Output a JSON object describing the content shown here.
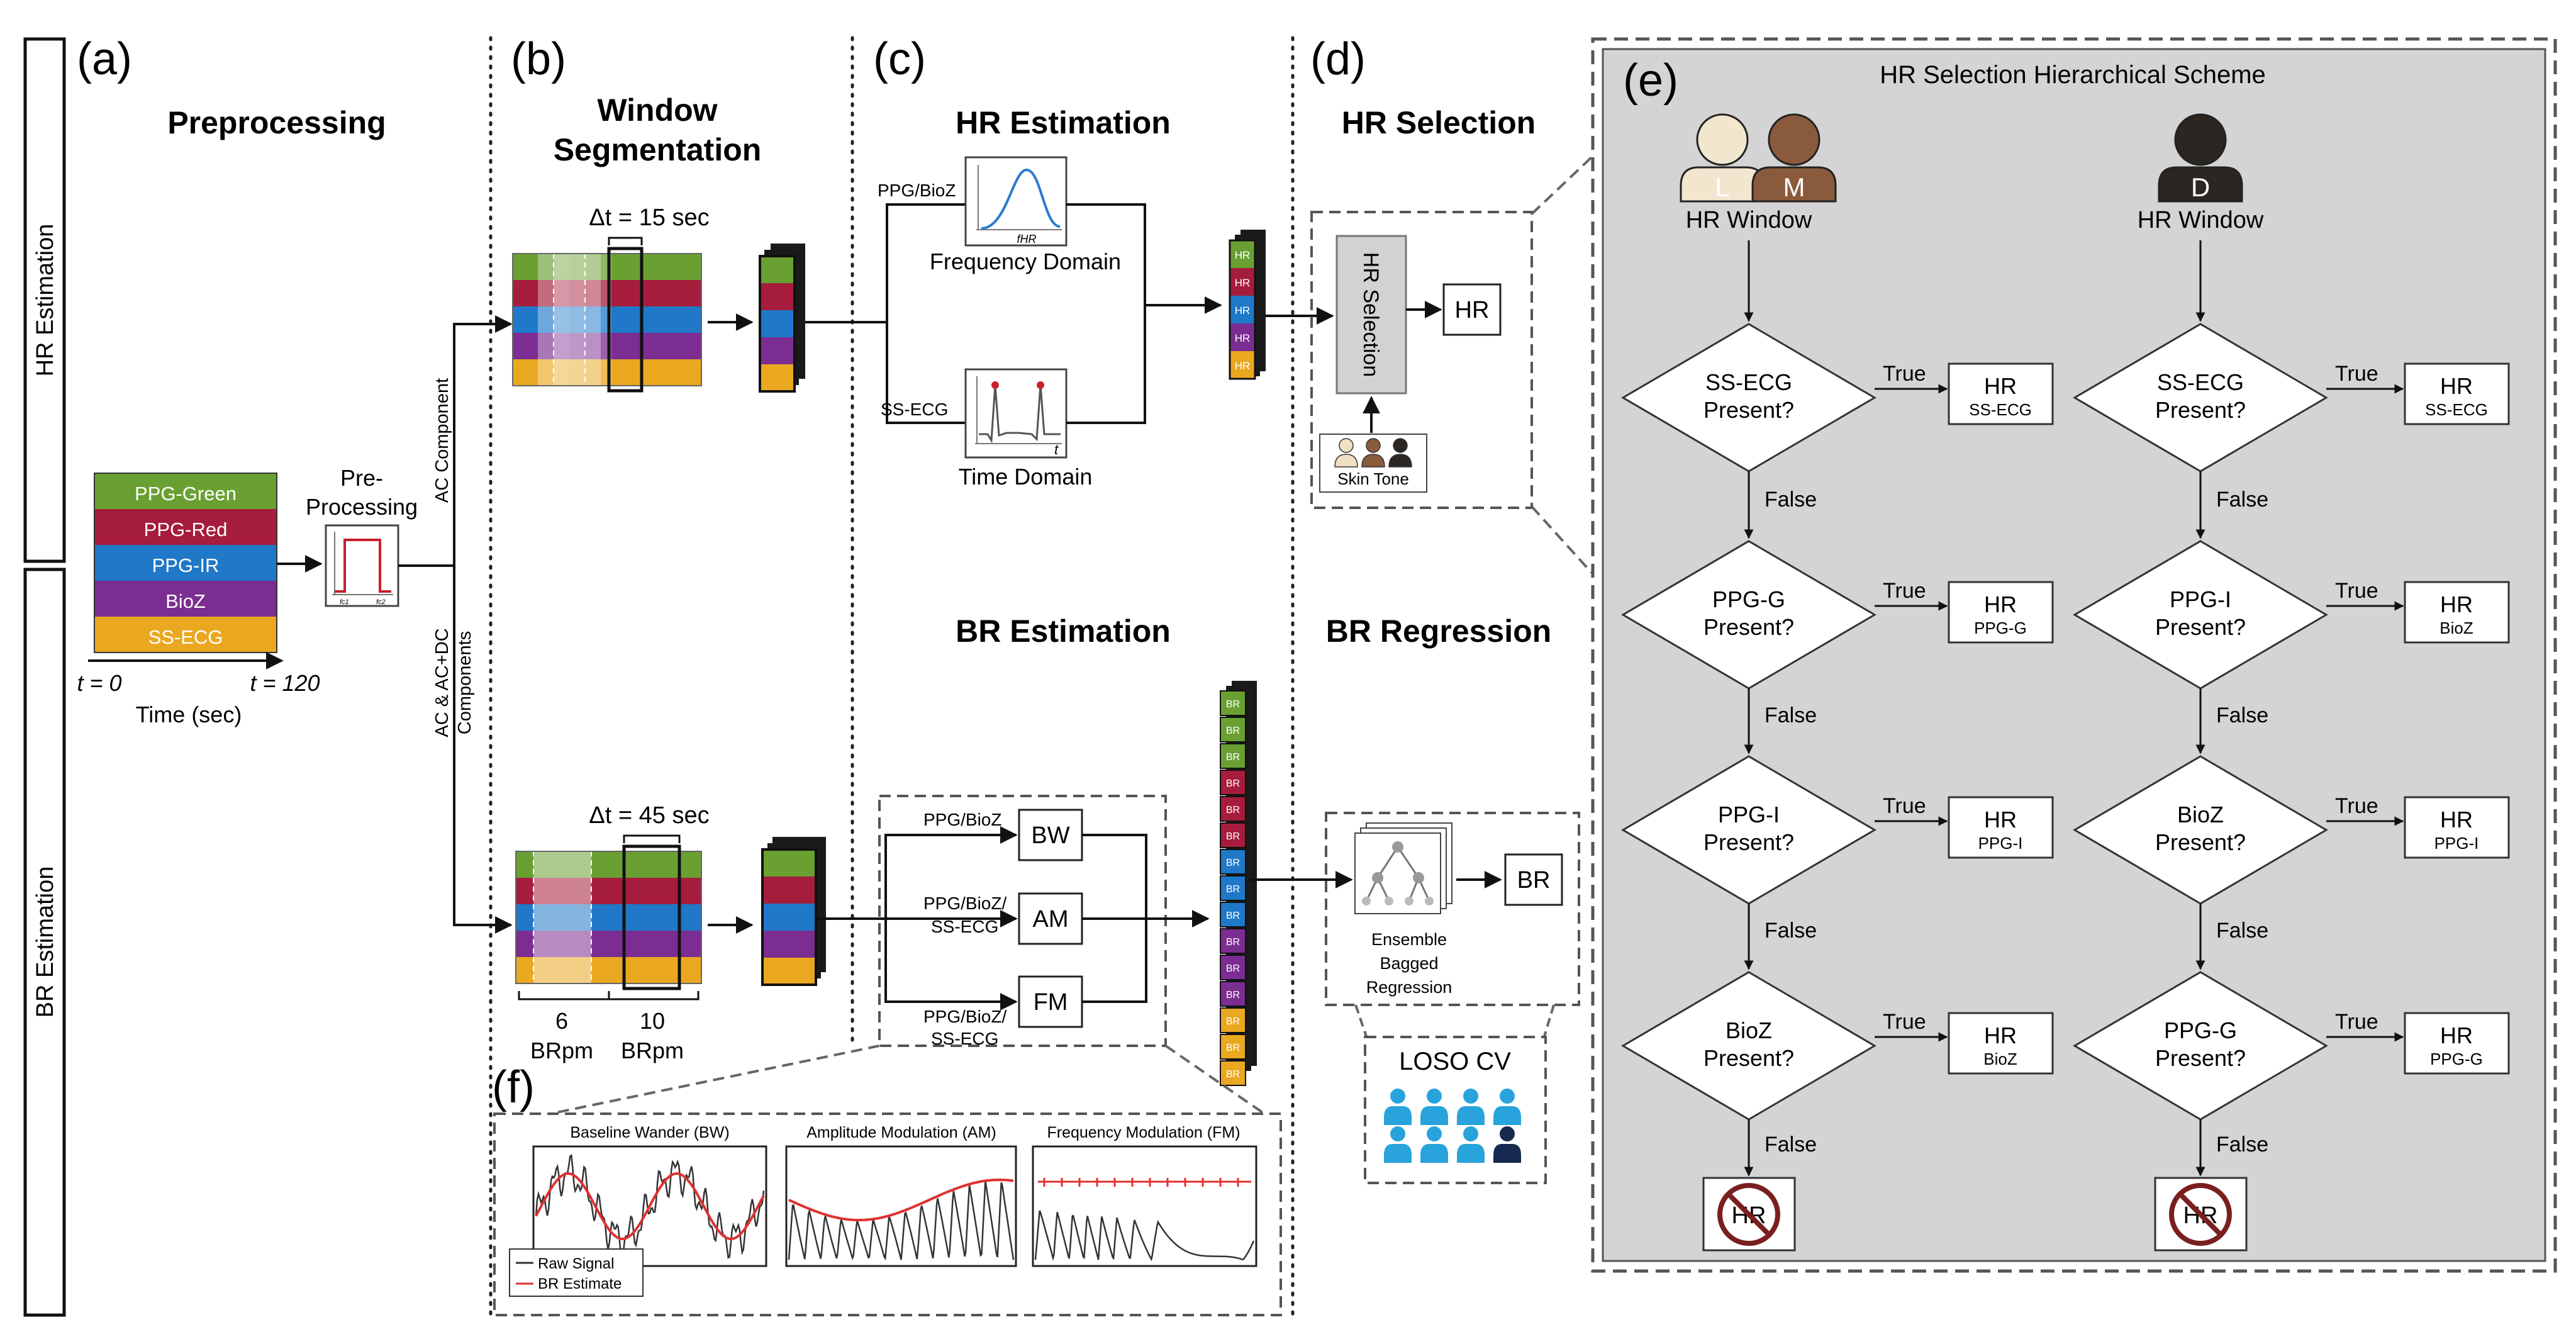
{
  "side_labels": {
    "hr": "HR Estimation",
    "br": "BR Estimation"
  },
  "panels": {
    "a": {
      "letter": "(a)",
      "title": "Preprocessing"
    },
    "b": {
      "letter": "(b)",
      "title_line1": "Window",
      "title_line2": "Segmentation"
    },
    "c": {
      "letter": "(c)",
      "title_hr": "HR Estimation",
      "title_br": "BR Estimation"
    },
    "d": {
      "letter": "(d)",
      "title_hr": "HR Selection",
      "title_br": "BR Regression"
    },
    "e": {
      "letter": "(e)",
      "title": "HR Selection Hierarchical Scheme"
    },
    "f": {
      "letter": "(f)"
    }
  },
  "signals": [
    {
      "label": "PPG-Green",
      "color": "#6aa032"
    },
    {
      "label": "PPG-Red",
      "color": "#a61c3c"
    },
    {
      "label": "PPG-IR",
      "color": "#1f78c8"
    },
    {
      "label": "BioZ",
      "color": "#7b2d91"
    },
    {
      "label": "SS-ECG",
      "color": "#eaa821"
    }
  ],
  "preprocessing": {
    "t_start": "t = 0",
    "t_end": "t = 120",
    "time_axis": "Time (sec)",
    "box_line1": "Pre-",
    "box_line2": "Processing",
    "fc1": "fc1",
    "fc2": "fc2",
    "branch_hr": "AC Component",
    "branch_br_line1": "AC & AC+DC",
    "branch_br_line2": "Components"
  },
  "windows": {
    "hr_dt": "Δt = 15 sec",
    "br_dt": "Δt = 45 sec",
    "br_low_value": "6",
    "br_low_unit": "BRpm",
    "br_high_value": "10",
    "br_high_unit": "BRpm"
  },
  "hr_estimation": {
    "freq_input": "PPG/BioZ",
    "freq_label": "Frequency Domain",
    "freq_axis": "fHR",
    "time_input": "SS-ECG",
    "time_label": "Time Domain",
    "time_axis": "t",
    "stack_tag": "HR"
  },
  "br_estimation": {
    "bw_input": "PPG/BioZ",
    "am_input_line1": "PPG/BioZ/",
    "am_input_line2": "SS-ECG",
    "fm_input_line1": "PPG/BioZ/",
    "fm_input_line2": "SS-ECG",
    "bw": "BW",
    "am": "AM",
    "fm": "FM",
    "stack_tag": "BR"
  },
  "hr_selection": {
    "vertical": "HR Selection",
    "skin_tone": "Skin Tone",
    "output": "HR"
  },
  "br_regression": {
    "line1": "Ensemble",
    "line2": "Bagged",
    "line3": "Regression",
    "output": "BR",
    "loso": "LOSO CV"
  },
  "scheme": {
    "left": {
      "person1_letter": "L",
      "person1_color": "#f2e6cf",
      "person2_letter": "M",
      "person2_color": "#8a5a3c",
      "window_label": "HR Window",
      "steps": [
        {
          "line1": "SS-ECG",
          "line2": "Present?",
          "out_main": "HR",
          "out_sub": "SS-ECG"
        },
        {
          "line1": "PPG-G",
          "line2": "Present?",
          "out_main": "HR",
          "out_sub": "PPG-G"
        },
        {
          "line1": "PPG-I",
          "line2": "Present?",
          "out_main": "HR",
          "out_sub": "PPG-I"
        },
        {
          "line1": "BioZ",
          "line2": "Present?",
          "out_main": "HR",
          "out_sub": "BioZ"
        }
      ]
    },
    "right": {
      "person_letter": "D",
      "person_color": "#2b2622",
      "window_label": "HR Window",
      "steps": [
        {
          "line1": "SS-ECG",
          "line2": "Present?",
          "out_main": "HR",
          "out_sub": "SS-ECG"
        },
        {
          "line1": "PPG-I",
          "line2": "Present?",
          "out_main": "HR",
          "out_sub": "BioZ"
        },
        {
          "line1": "BioZ",
          "line2": "Present?",
          "out_main": "HR",
          "out_sub": "PPG-I"
        },
        {
          "line1": "PPG-G",
          "line2": "Present?",
          "out_main": "HR",
          "out_sub": "PPG-G"
        }
      ]
    },
    "true_label": "True",
    "false_label": "False",
    "no_hr": "HR"
  },
  "modulation": {
    "bw_title": "Baseline Wander (BW)",
    "am_title": "Amplitude Modulation (AM)",
    "fm_title": "Frequency Modulation (FM)",
    "legend_raw": "Raw Signal",
    "legend_br": "BR Estimate"
  }
}
